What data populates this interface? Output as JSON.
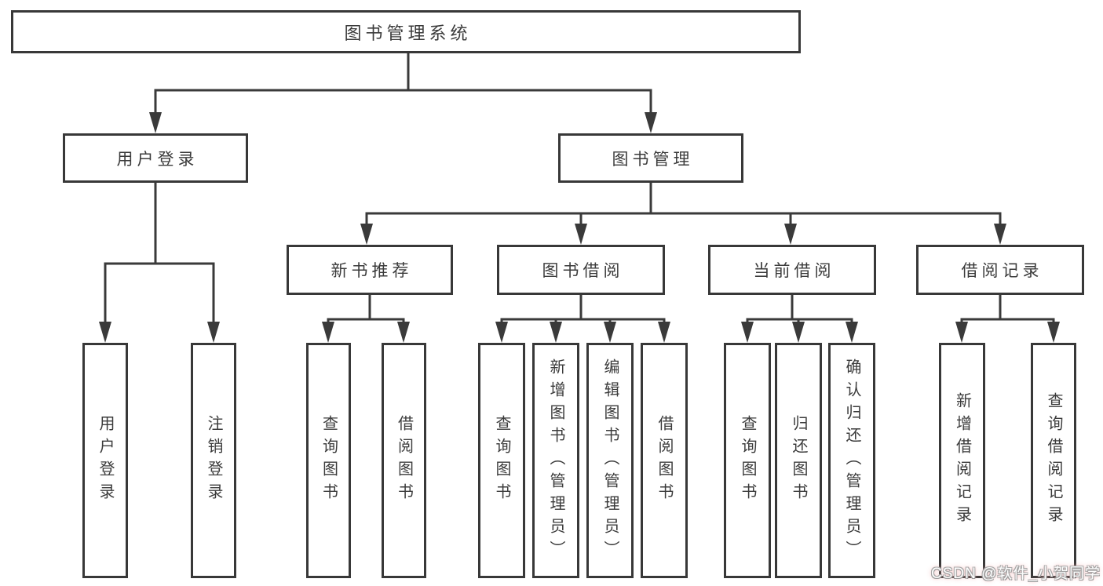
{
  "diagram": {
    "type": "tree",
    "root": {
      "label": "图书管理系统",
      "children": [
        {
          "label": "用户登录",
          "children": [
            {
              "label": "用户登录"
            },
            {
              "label": "注销登录"
            }
          ]
        },
        {
          "label": "图书管理",
          "children": [
            {
              "label": "新书推荐",
              "children": [
                {
                  "label": "查询图书"
                },
                {
                  "label": "借阅图书"
                }
              ]
            },
            {
              "label": "图书借阅",
              "children": [
                {
                  "label": "查询图书"
                },
                {
                  "label": "新增图书（管理员）"
                },
                {
                  "label": "编辑图书（管理员）"
                },
                {
                  "label": "借阅图书"
                }
              ]
            },
            {
              "label": "当前借阅",
              "children": [
                {
                  "label": "查询图书"
                },
                {
                  "label": "归还图书"
                },
                {
                  "label": "确认归还（管理员）"
                }
              ]
            },
            {
              "label": "借阅记录",
              "children": [
                {
                  "label": "新增借阅记录"
                },
                {
                  "label": "查询借阅记录"
                }
              ]
            }
          ]
        }
      ]
    }
  },
  "watermark": {
    "text": "CSDN @软件_小贺同学"
  },
  "colors": {
    "line": "#3a3a3a",
    "box_border": "#383838",
    "box_background": "#ffffff",
    "text": "#3b3b3b",
    "page_background": "#ffffff",
    "watermark_text": "#fdfdfd",
    "watermark_glow": "#eea0a0"
  }
}
